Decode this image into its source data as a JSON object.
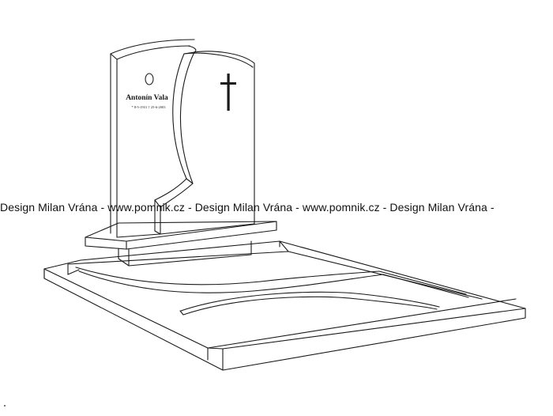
{
  "monument": {
    "name": "Antonín Vala",
    "dates": "* 8-5-1931   † 25-6-2003"
  },
  "watermark": {
    "text": "Design Milan Vrána  -  www.pomnik.cz  -  Design Milan Vrána  -  www.pomnik.cz  -  Design Milan Vrána  -"
  },
  "icons": {
    "cross": "cross-icon",
    "portrait": "portrait-oval-icon"
  },
  "colors": {
    "line": "#1a1a1a",
    "background": "#ffffff"
  }
}
